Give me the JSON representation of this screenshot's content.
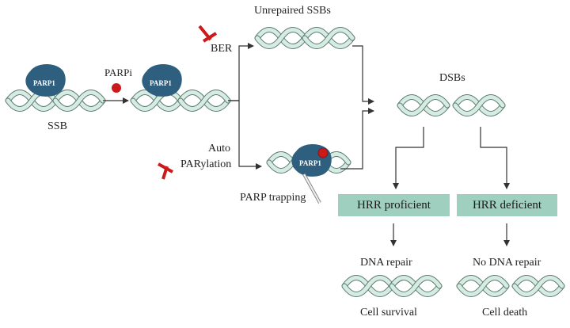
{
  "labels": {
    "unrepaired_ssbs": "Unrepaired SSBs",
    "parpi": "PARPi",
    "ber": "BER",
    "dsbs": "DSBs",
    "ssb": "SSB",
    "auto": "Auto",
    "parylation": "PARylation",
    "parp_trapping": "PARP trapping",
    "dna_repair": "DNA repair",
    "no_dna_repair": "No DNA repair",
    "cell_survival": "Cell survival",
    "cell_death": "Cell death",
    "parp1": "PARP1"
  },
  "boxes": {
    "hrr_proficient": "HRR proficient",
    "hrr_deficient": "HRR deficient"
  },
  "colors": {
    "strand_fill": "#d6ece2",
    "strand_stroke": "#5a7a70",
    "protein": "#2f5f7f",
    "inhibitor_red": "#cc1a1a",
    "box_fill": "#9fcfbf",
    "arrow": "#333333"
  }
}
